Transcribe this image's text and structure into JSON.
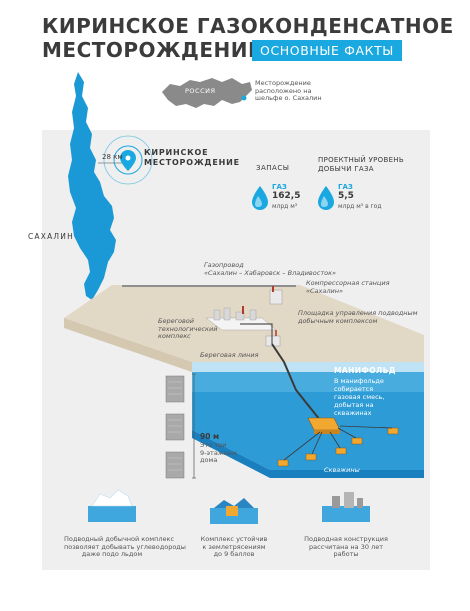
{
  "header": {
    "title_line1": "КИРИНСКОЕ ГАЗОКОНДЕНСАТНОЕ",
    "title_line2": "МЕСТОРОЖДЕНИЕ",
    "badge": "ОСНОВНЫЕ ФАКТЫ"
  },
  "russia_map": {
    "label": "РОССИЯ",
    "note_line1": "Месторождение",
    "note_line2": "расположено на",
    "note_line3": "шельфе о. Сахалин"
  },
  "island": {
    "name": "САХАЛИН",
    "distance": "28 км"
  },
  "field": {
    "name_line1": "КИРИНСКОЕ",
    "name_line2": "МЕСТОРОЖДЕНИЕ"
  },
  "reserves": {
    "heading": "ЗАПАСЫ",
    "label": "ГАЗ",
    "value": "162,5",
    "unit": "млрд м³"
  },
  "production": {
    "heading_line1": "ПРОЕКТНЫЙ УРОВЕНЬ",
    "heading_line2": "ДОБЫЧИ ГАЗА",
    "label": "ГАЗ",
    "value": "5,5",
    "unit": "млрд м³ в год"
  },
  "labels": {
    "pipeline_line1": "Газопровод",
    "pipeline_line2": "«Сахалин – Хабаровск – Владивосток»",
    "compressor_line1": "Компрессорная станция",
    "compressor_line2": "«Сахалин»",
    "onshore_line1": "Береговой",
    "onshore_line2": "технологический",
    "onshore_line3": "комплекс",
    "platform_line1": "Площадка управления подводным",
    "platform_line2": "добычным комплексом",
    "coast": "Береговая линия",
    "manifold_title": "МАНИФОЛЬД",
    "manifold_line1": "В манифольде",
    "manifold_line2": "собирается",
    "manifold_line3": "газовая смесь,",
    "manifold_line4": "добытая на",
    "manifold_line5": "скважинах",
    "wells": "Скважины",
    "depth": "90 м",
    "depth_note_line1": "Это три",
    "depth_note_line2": "9-этажных",
    "depth_note_line3": "дома"
  },
  "facts": [
    {
      "line1": "Подводный добычной комплекс",
      "line2": "позволяет добывать углеводороды",
      "line3": "даже подо льдом"
    },
    {
      "line1": "Комплекс устойчив",
      "line2": "к землетрясениям",
      "line3": "до 9 баллов"
    },
    {
      "line1": "Подводная конструкция",
      "line2": "рассчитана на 30 лет",
      "line3": "работы"
    }
  ],
  "colors": {
    "accent": "#1aa8e0",
    "sea": "#2d9bd6",
    "title": "#3b3b3b"
  }
}
